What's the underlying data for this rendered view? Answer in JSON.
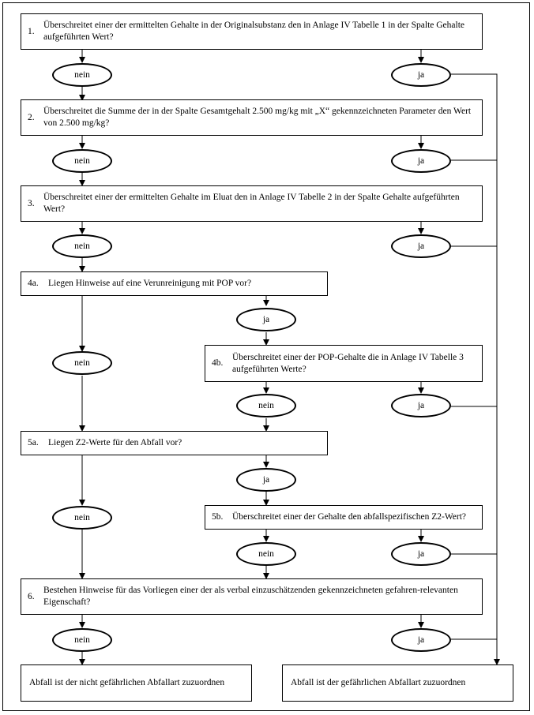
{
  "questions": {
    "q1": {
      "num": "1.",
      "text": "Überschreitet einer der ermittelten Gehalte in der Originalsubstanz den in Anlage IV Tabelle 1 in der Spalte Gehalte aufgeführten Wert?"
    },
    "q2": {
      "num": "2.",
      "text": "Überschreitet die Summe der in der Spalte Gesamtgehalt 2.500 mg/kg mit „X“ gekennzeichneten Parameter den Wert von 2.500 mg/kg?"
    },
    "q3": {
      "num": "3.",
      "text": "Überschreitet einer der ermittelten Gehalte im Eluat den in Anlage IV Tabelle 2 in der Spalte Gehalte aufgeführten Wert?"
    },
    "q4a": {
      "num": "4a.",
      "text": "Liegen Hinweise auf eine Verunreinigung mit POP vor?"
    },
    "q4b": {
      "num": "4b.",
      "text": "Überschreitet einer der POP-Gehalte die in Anlage IV Tabelle 3 aufgeführten Werte?"
    },
    "q5a": {
      "num": "5a.",
      "text": "Liegen Z2-Werte für den Abfall vor?"
    },
    "q5b": {
      "num": "5b.",
      "text": "Überschreitet einer der Gehalte den abfallspezifischen Z2-Wert?"
    },
    "q6": {
      "num": "6.",
      "text": "Bestehen Hinweise für das Vorliegen einer der als verbal einzuschätzenden gekennzeichneten gefahren-relevanten Eigenschaft?"
    }
  },
  "answers": {
    "no": "nein",
    "yes": "ja"
  },
  "results": {
    "non_hazardous": "Abfall ist der nicht gefährlichen Abfallart zuzuordnen",
    "hazardous": "Abfall ist der gefährlichen Abfallart zuzuordnen"
  }
}
